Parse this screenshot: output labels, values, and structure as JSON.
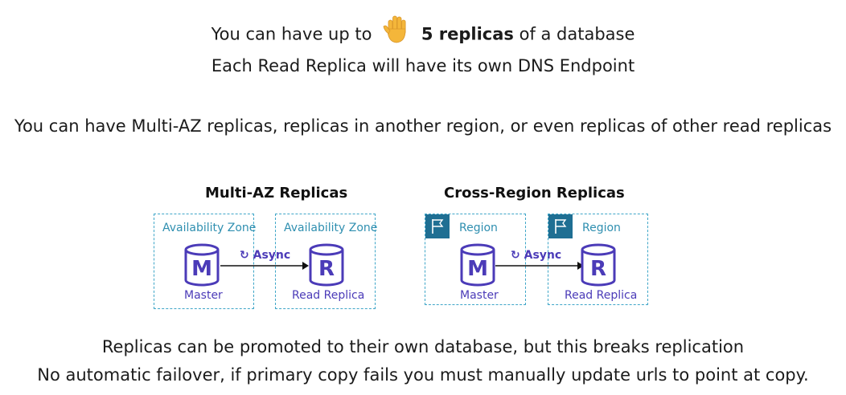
{
  "header": {
    "line1_prefix": "You can have up to",
    "line1_bold": "5 replicas",
    "line1_suffix": "of a database",
    "line2": "Each Read Replica will have its own DNS Endpoint"
  },
  "intro": "You can have Multi-AZ replicas, replicas in another region, or even replicas of other read replicas",
  "diagrams": {
    "multi_az": {
      "title": "Multi-AZ Replicas",
      "zone_label": "Availability Zone",
      "async_label": "Async",
      "master_letter": "M",
      "master_caption": "Master",
      "replica_letter": "R",
      "replica_caption": "Read Replica"
    },
    "cross_region": {
      "title": "Cross-Region Replicas",
      "zone_label": "Region",
      "async_label": "Async",
      "master_letter": "M",
      "master_caption": "Master",
      "replica_letter": "R",
      "replica_caption": "Read Replica"
    }
  },
  "footer": {
    "line1": "Replicas can be promoted to their own database, but this breaks replication",
    "line2": "No automatic failover, if primary copy fails you must manually update urls to point at copy."
  },
  "colors": {
    "accent_purple": "#4b3bb8",
    "zone_border": "#3fa6c8",
    "zone_label": "#2f8fb0",
    "flag_bg": "#1f6f93",
    "hand": "#f4b63a"
  },
  "icons": [
    "raised-hand-icon",
    "database-cylinder-icon",
    "sync-icon",
    "arrow-right-icon",
    "region-flag-icon"
  ]
}
